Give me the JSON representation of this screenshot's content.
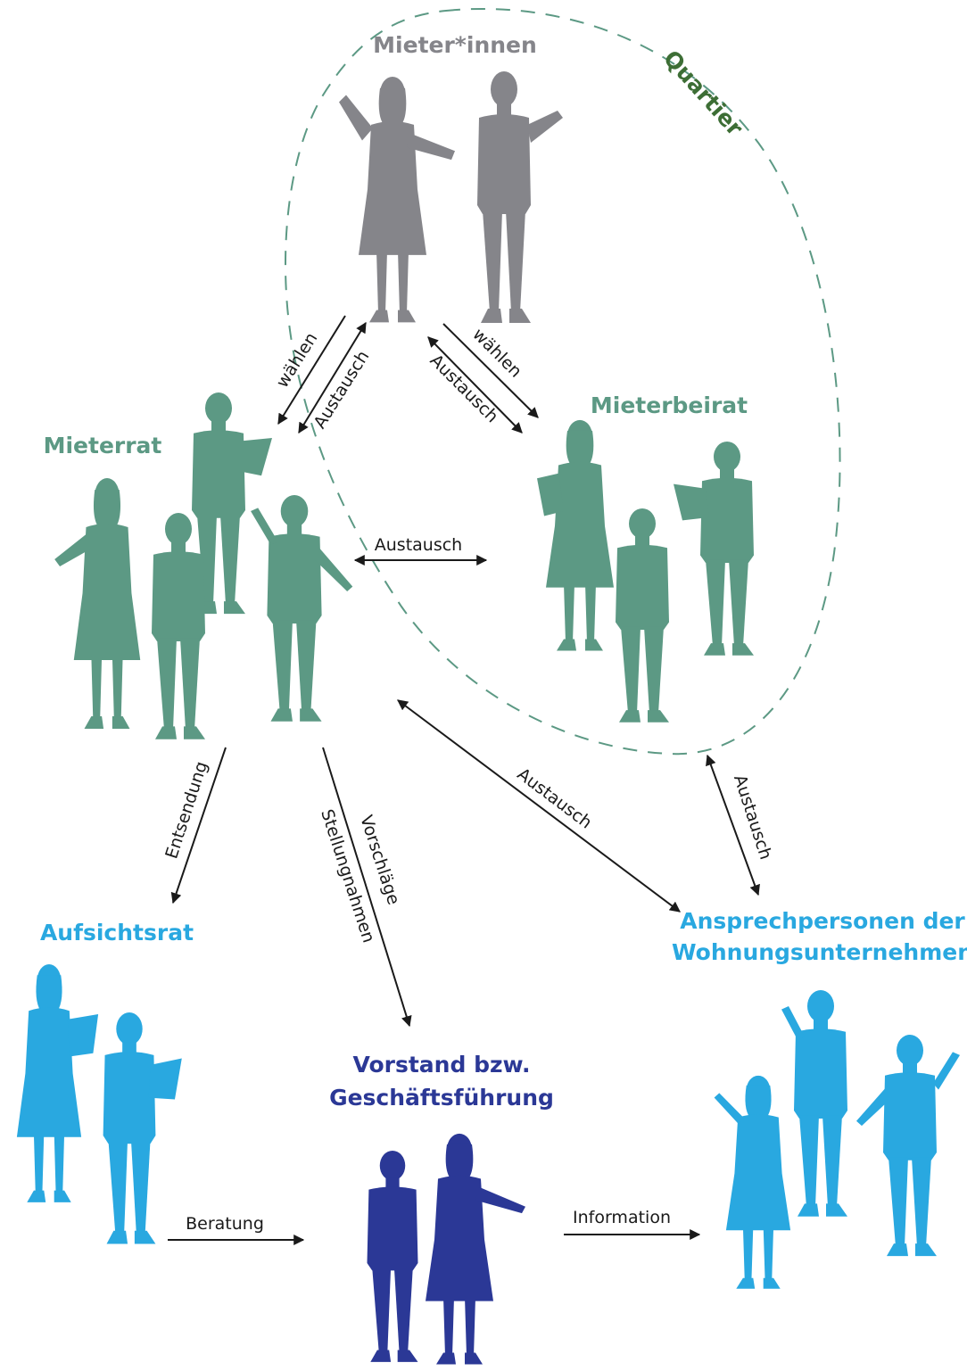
{
  "colors": {
    "grey": "#85858a",
    "green": "#5c9984",
    "cyan": "#29a8e0",
    "navy": "#2b3896",
    "quartier": "#3d6e35",
    "dash": "#5c9984",
    "arrow": "#1a1a1a"
  },
  "groups": {
    "mieter": "Mieter*innen",
    "mieterrat": "Mieterrat",
    "mieterbeirat": "Mieterbeirat",
    "aufsichtsrat": "Aufsichtsrat",
    "vorstand_line1": "Vorstand bzw.",
    "vorstand_line2": "Geschäftsführung",
    "ansprech_line1": "Ansprechpersonen der",
    "ansprech_line2": "Wohnungsunternehmen",
    "quartier": "Quartier"
  },
  "relations": {
    "waehlen_left": "wählen",
    "austausch_left": "Austausch",
    "waehlen_right": "wählen",
    "austausch_right": "Austausch",
    "austausch_middle": "Austausch",
    "entsendung": "Entsendung",
    "vorschlaege": "Vorschläge",
    "stellungnahmen": "Stellungnahmen",
    "austausch_diagonal": "Austausch",
    "austausch_vertical": "Austausch",
    "beratung": "Beratung",
    "information": "Information"
  }
}
